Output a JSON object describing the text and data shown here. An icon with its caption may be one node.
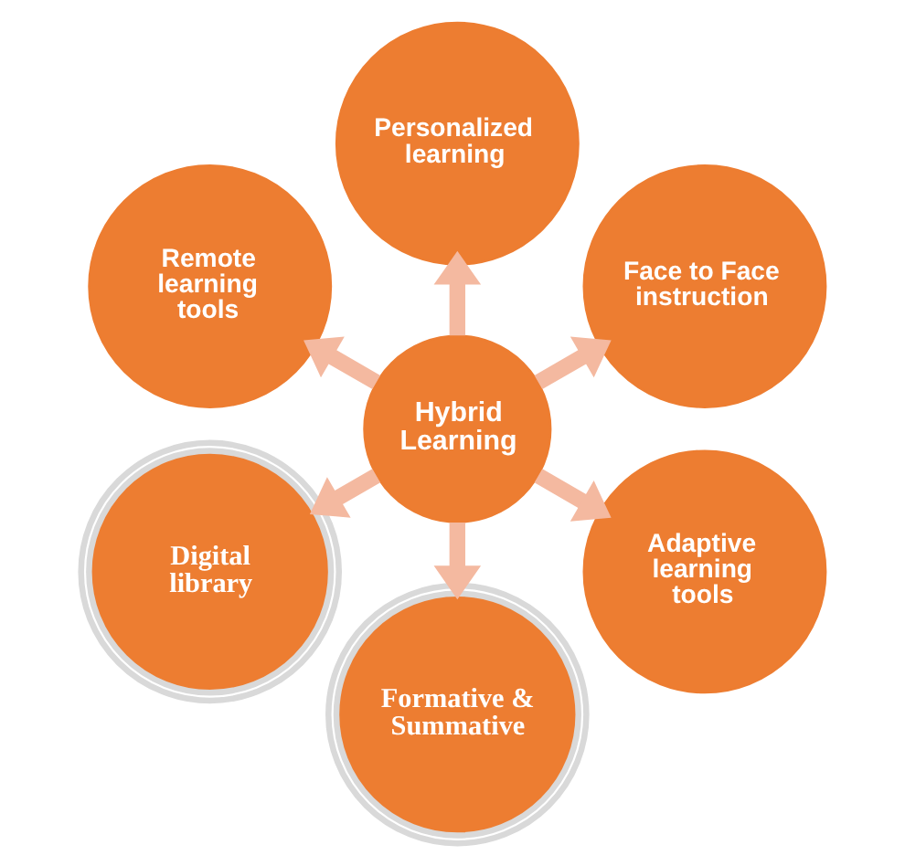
{
  "diagram": {
    "nodes": [
      {
        "text": [
          "Face to Face instruction"
        ]
      },
      {
        "text": [
          "Personalized learning"
        ]
      },
      {
        "text": [
          "Remote learning tools"
        ]
      },
      {
        "text": [
          "Hybrid Learning"
        ]
      },
      {
        "text": [
          "Digital library"
        ]
      },
      {
        "text": [
          "Formative & Summative"
        ]
      },
      {
        "text": [
          "Adaptive learning tools"
        ]
      }
    ],
    "edges": [
      {
        "from": 3,
        "to": 0,
        "arrow": "to"
      },
      {
        "from": 3,
        "to": 2,
        "arrow": "to"
      },
      {
        "from": 3,
        "to": 5,
        "arrow": "to"
      },
      {
        "from": 3,
        "to": 6,
        "arrow": "to"
      },
      {
        "from": 3,
        "to": 4,
        "arrow": "to"
      },
      {
        "from": 3,
        "to": 1,
        "arrow": "to"
      }
    ]
  }
}
